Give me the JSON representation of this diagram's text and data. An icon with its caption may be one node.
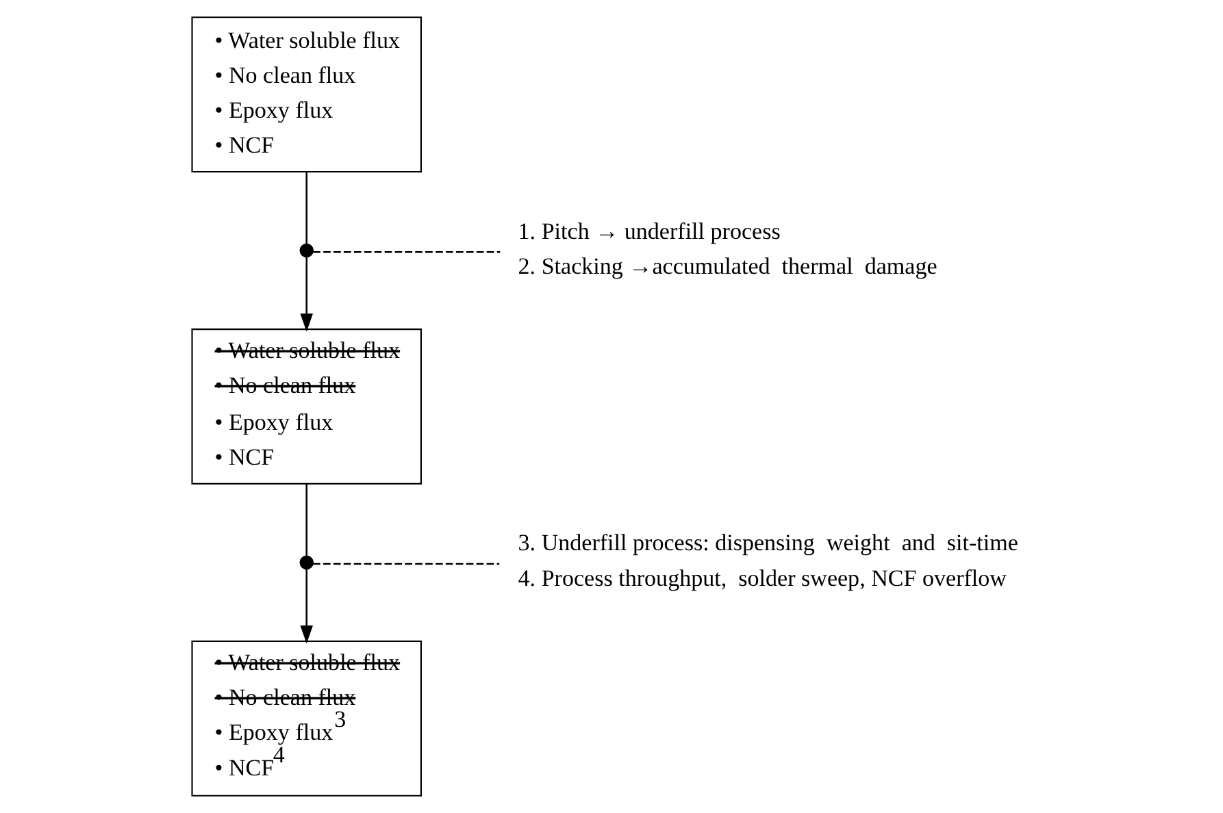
{
  "diagram": {
    "nodes": [
      {
        "text": [
          "• Water soluble flux",
          "• No clean flux",
          "• Epoxy flux",
          "• NCF"
        ]
      },
      {
        "text": [],
        "shape": "circle"
      },
      {
        "text": [
          "1. Pitch → underfill process",
          "2. Stacking →accumulated  thermal  damage"
        ]
      },
      {
        "text": [
          "• Water soluble flux",
          "• No clean flux",
          "• Epoxy flux",
          "• NCF"
        ]
      },
      {
        "text": [],
        "shape": "circle"
      },
      {
        "text": [
          "3. Underfill process: dispensing  weight  and  sit-time",
          "4. Process throughput,  solder sweep, NCF overflow"
        ]
      },
      {
        "text": [
          "• Water soluble flux",
          "• No clean flux",
          "• Epoxy flux$^{3}$",
          "• NCF$^{4}$"
        ]
      }
    ],
    "edges": [
      {
        "from": 0,
        "to": 1,
        "arrow": "none"
      },
      {
        "from": 1,
        "to": 3,
        "arrow": "to"
      },
      {
        "from": 1,
        "to": 2,
        "arrow": "none",
        "style": "dashed"
      },
      {
        "from": 3,
        "to": 4,
        "arrow": "none"
      },
      {
        "from": 4,
        "to": 6,
        "arrow": "to"
      },
      {
        "from": 4,
        "to": 5,
        "arrow": "none",
        "style": "dashed"
      }
    ]
  }
}
